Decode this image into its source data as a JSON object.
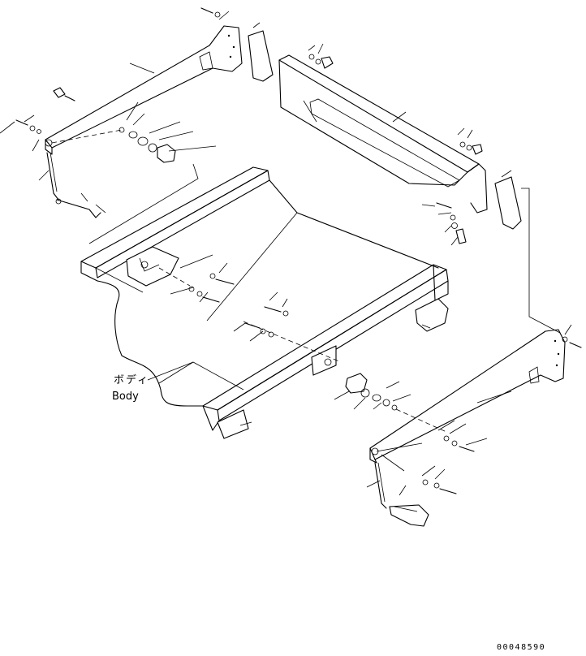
{
  "labels": {
    "body_jp": "ボディ",
    "body_en": "Body",
    "drawing_id": "00048590"
  },
  "colors": {
    "line": "#000000",
    "background": "#ffffff"
  }
}
